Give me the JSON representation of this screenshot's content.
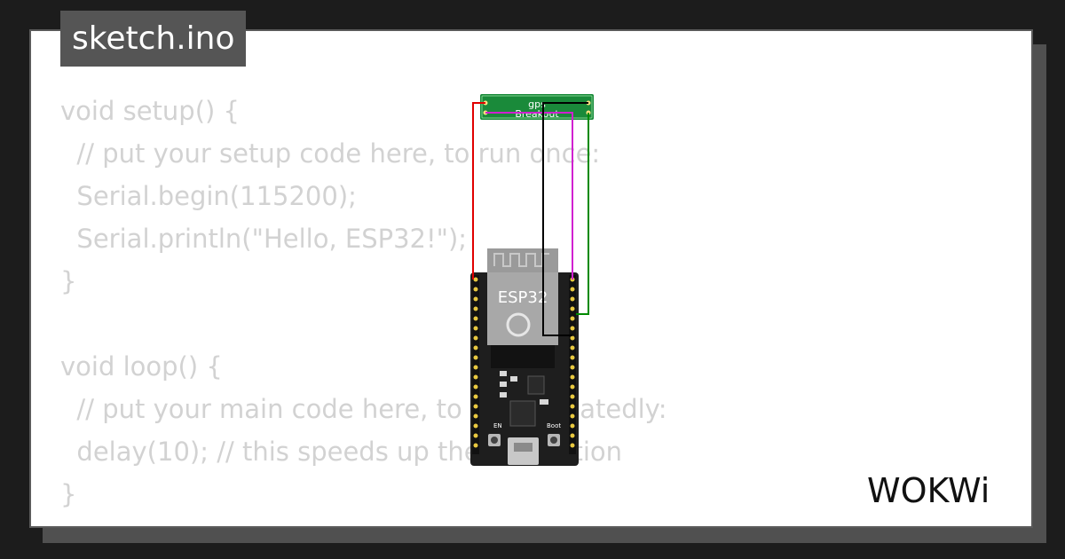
{
  "project": {
    "filename": "sketch.ino"
  },
  "code_lines": [
    "void setup() {",
    "  // put your setup code here, to run once:",
    "  Serial.begin(115200);",
    "  Serial.println(\"Hello, ESP32!\");",
    "}",
    "",
    "void loop() {",
    "  // put your main code here, to run repeatedly:",
    "  delay(10); // this speeds up the simulation",
    "}"
  ],
  "gps_module": {
    "label_line1": "gps",
    "label_line2": "Breakout",
    "color": "#1a8a3a"
  },
  "esp32": {
    "label": "ESP32",
    "board_color": "#1e1e1e",
    "pin_color": "#e8c840"
  },
  "buttons": {
    "en": "EN",
    "boot": "Boot"
  },
  "wires": {
    "red": "#e00000",
    "magenta": "#d020d0",
    "black": "#000000",
    "green": "#008a00"
  },
  "brand": {
    "logo": "WOKWi"
  }
}
